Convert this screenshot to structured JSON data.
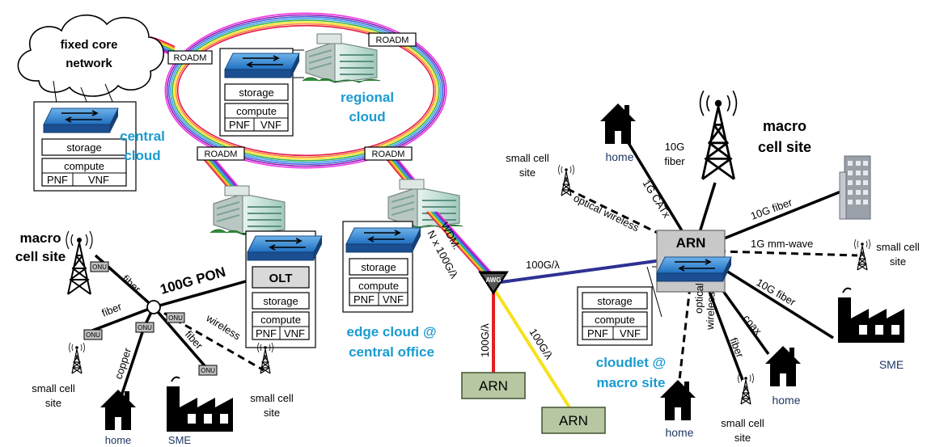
{
  "labels": {
    "fixed_core": [
      "fixed core",
      "network"
    ],
    "central_cloud": [
      "central",
      "cloud"
    ],
    "regional_cloud": [
      "regional",
      "cloud"
    ],
    "edge_cloud": [
      "edge cloud @",
      "central office"
    ],
    "cloudlet": [
      "cloudlet @",
      "macro site"
    ],
    "macro_cell_left": [
      "macro",
      "cell site"
    ],
    "macro_cell_right": [
      "macro",
      "cell site"
    ],
    "small_cell_site": [
      "small cell",
      "site"
    ],
    "home": "home",
    "sme": "SME",
    "roadm": "ROADM",
    "storage": "storage",
    "compute": "compute",
    "pnf": "PNF",
    "vnf": "VNF",
    "olt": "OLT",
    "arn": "ARN",
    "awg": "AWG",
    "onu": "ONU",
    "pon": "100G PON",
    "fiber": "fiber",
    "copper": "copper",
    "wireless": "wireless",
    "coax": "coax",
    "optical_wireless": "optical wireless",
    "optical_wireless_split": [
      "optical",
      "wireless"
    ],
    "wdm": [
      "WDM:",
      "N x 100G/λ"
    ],
    "rate_100g": "100G/λ",
    "fiber_10g": "10G fiber",
    "fiber_10g_split": [
      "10G",
      "fiber"
    ],
    "catx": "1G CATx",
    "mmwave": "1G mm-wave"
  },
  "colors": {
    "accent_cyan": "#1a9bd0",
    "line_navy": "#2e3192",
    "line_red": "#e31e24",
    "line_yellow": "#f7e11b",
    "arn_fill": "#b6c7a2",
    "ring": [
      "#e6194b",
      "#f58231",
      "#ffe119",
      "#3cb44b",
      "#46a0f0",
      "#4363d8",
      "#911eb4",
      "#f032e6"
    ]
  }
}
